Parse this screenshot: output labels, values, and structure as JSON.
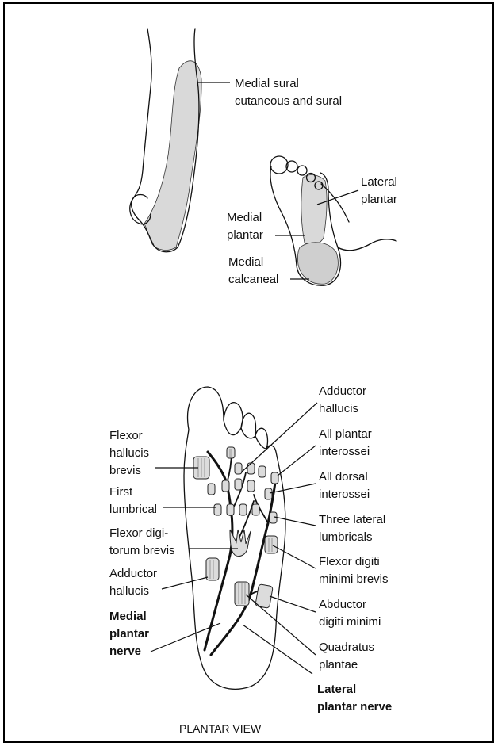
{
  "top_figure": {
    "leg_label_line1": "Medial sural",
    "leg_label_line2": "cutaneous and sural",
    "lateral_plantar_line1": "Lateral",
    "lateral_plantar_line2": "plantar",
    "medial_plantar_line1": "Medial",
    "medial_plantar_line2": "plantar",
    "medial_calcaneal_line1": "Medial",
    "medial_calcaneal_line2": "calcaneal"
  },
  "bottom_figure": {
    "adductor_hallucis_top_line1": "Adductor",
    "adductor_hallucis_top_line2": "hallucis",
    "all_plantar_line1": "All plantar",
    "all_plantar_line2": "interossei",
    "all_dorsal_line1": "All dorsal",
    "all_dorsal_line2": "interossei",
    "three_lateral_line1": "Three lateral",
    "three_lateral_line2": "lumbricals",
    "fdm_brevis_line1": "Flexor digiti",
    "fdm_brevis_line2": "minimi brevis",
    "abductor_dm_line1": "Abductor",
    "abductor_dm_line2": "digiti minimi",
    "quadratus_line1": "Quadratus",
    "quadratus_line2": "plantae",
    "lateral_nerve_line1": "Lateral",
    "lateral_nerve_line2": "plantar nerve",
    "fhb_line1": "Flexor",
    "fhb_line2": "hallucis",
    "fhb_line3": "brevis",
    "first_lumbrical_line1": "First",
    "first_lumbrical_line2": "lumbrical",
    "fdb_line1": "Flexor digi-",
    "fdb_line2": "torum brevis",
    "adductor_hallucis_left_line1": "Adductor",
    "adductor_hallucis_left_line2": "hallucis",
    "medial_nerve_line1": "Medial",
    "medial_nerve_line2": "plantar",
    "medial_nerve_line3": "nerve"
  },
  "caption": "PLANTAR VIEW"
}
